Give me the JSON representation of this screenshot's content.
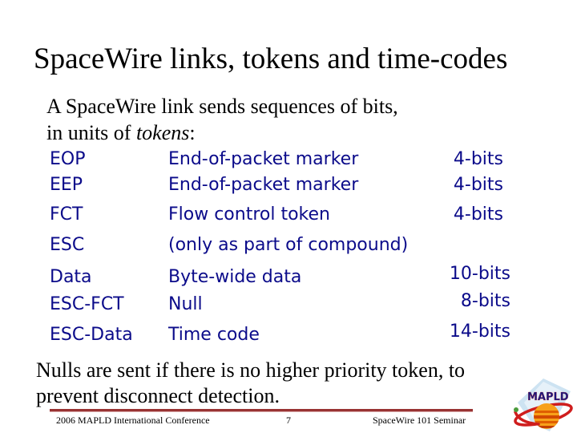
{
  "slide": {
    "title": "SpaceWire links, tokens and time-codes",
    "intro": {
      "line1": "A SpaceWire link sends sequences of bits,",
      "line2_prefix": "in units of ",
      "line2_italic": "tokens",
      "line2_suffix": ":"
    },
    "note": {
      "line1": "Nulls are sent if there is no higher priority token, to",
      "line2": "prevent disconnect detection."
    }
  },
  "token_table": {
    "rows": [
      {
        "name": "EOP",
        "description": "End-of-packet marker",
        "bits": "4-bits"
      },
      {
        "name": "EEP",
        "description": "End-of-packet marker",
        "bits": "4-bits"
      },
      {
        "name": "FCT",
        "description": "Flow control token",
        "bits": "4-bits"
      },
      {
        "name": "ESC",
        "description": "(only as part of compound)",
        "bits": ""
      },
      {
        "name": "Data",
        "description": "Byte-wide data",
        "bits": "10-bits"
      },
      {
        "name": "ESC-FCT",
        "description": "Null",
        "bits": "8-bits"
      },
      {
        "name": "ESC-Data",
        "description": "Time code",
        "bits": "14-bits"
      }
    ]
  },
  "footer": {
    "left": "2006 MAPLD International Conference",
    "page_number": "7",
    "right": "SpaceWire 101 Seminar"
  },
  "logo": {
    "text": "MAPLD"
  },
  "colors": {
    "token_text": "#0b0b8a",
    "footer_rule": "#993333",
    "title_text": "#000000"
  }
}
